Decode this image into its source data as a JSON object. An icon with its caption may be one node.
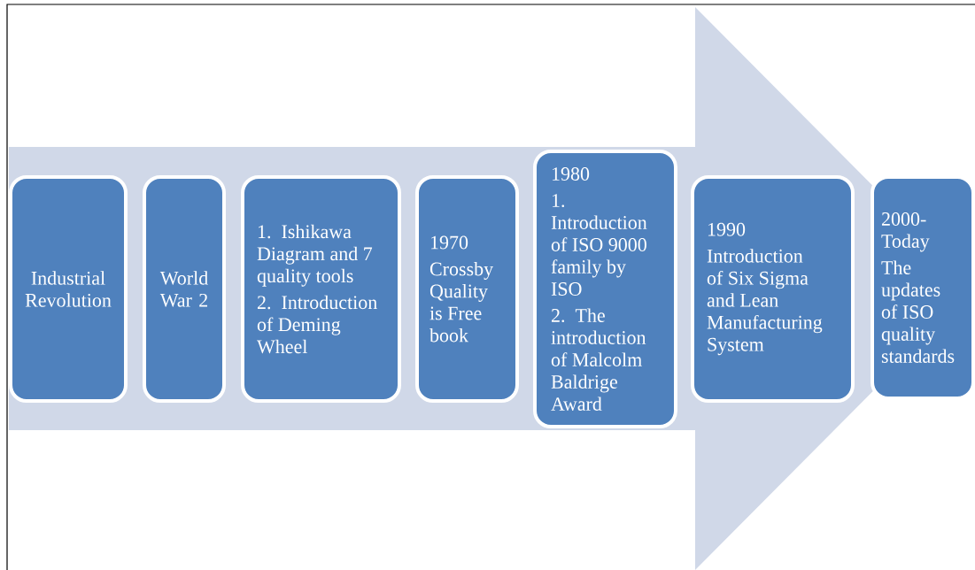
{
  "diagram": {
    "nodes": [
      {
        "text": [
          "Industrial Revolution"
        ]
      },
      {
        "text": [
          "World War 2"
        ]
      },
      {
        "text": [
          "1. Ishikawa Diagram and 7 quality tools",
          "2. Introduction of Deming Wheel"
        ]
      },
      {
        "text": [
          "1970",
          "Crossby Quality is Free book"
        ]
      },
      {
        "text": [
          "1980",
          "1. Introduction of ISO 9000 family by ISO",
          "2. The introduction of Malcolm Baldrige Award"
        ]
      },
      {
        "text": [
          "1990",
          "Introduction of Six Sigma and Lean Manufacturing System"
        ]
      },
      {
        "text": [
          "2000- Today",
          "The updates of ISO quality standards"
        ]
      }
    ],
    "edges": [
      {
        "from": 0,
        "to": 6,
        "arrow": "to"
      }
    ]
  }
}
